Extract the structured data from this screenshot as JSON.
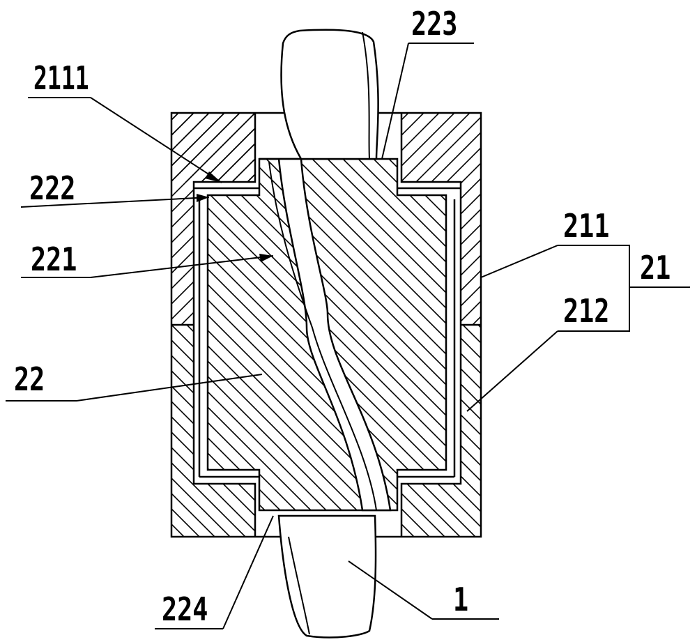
{
  "labels": {
    "l2111": "2111",
    "l223": "223",
    "l222": "222",
    "l221": "221",
    "l211": "211",
    "l21": "21",
    "l212": "212",
    "l22": "22",
    "l224": "224",
    "l1": "1"
  }
}
